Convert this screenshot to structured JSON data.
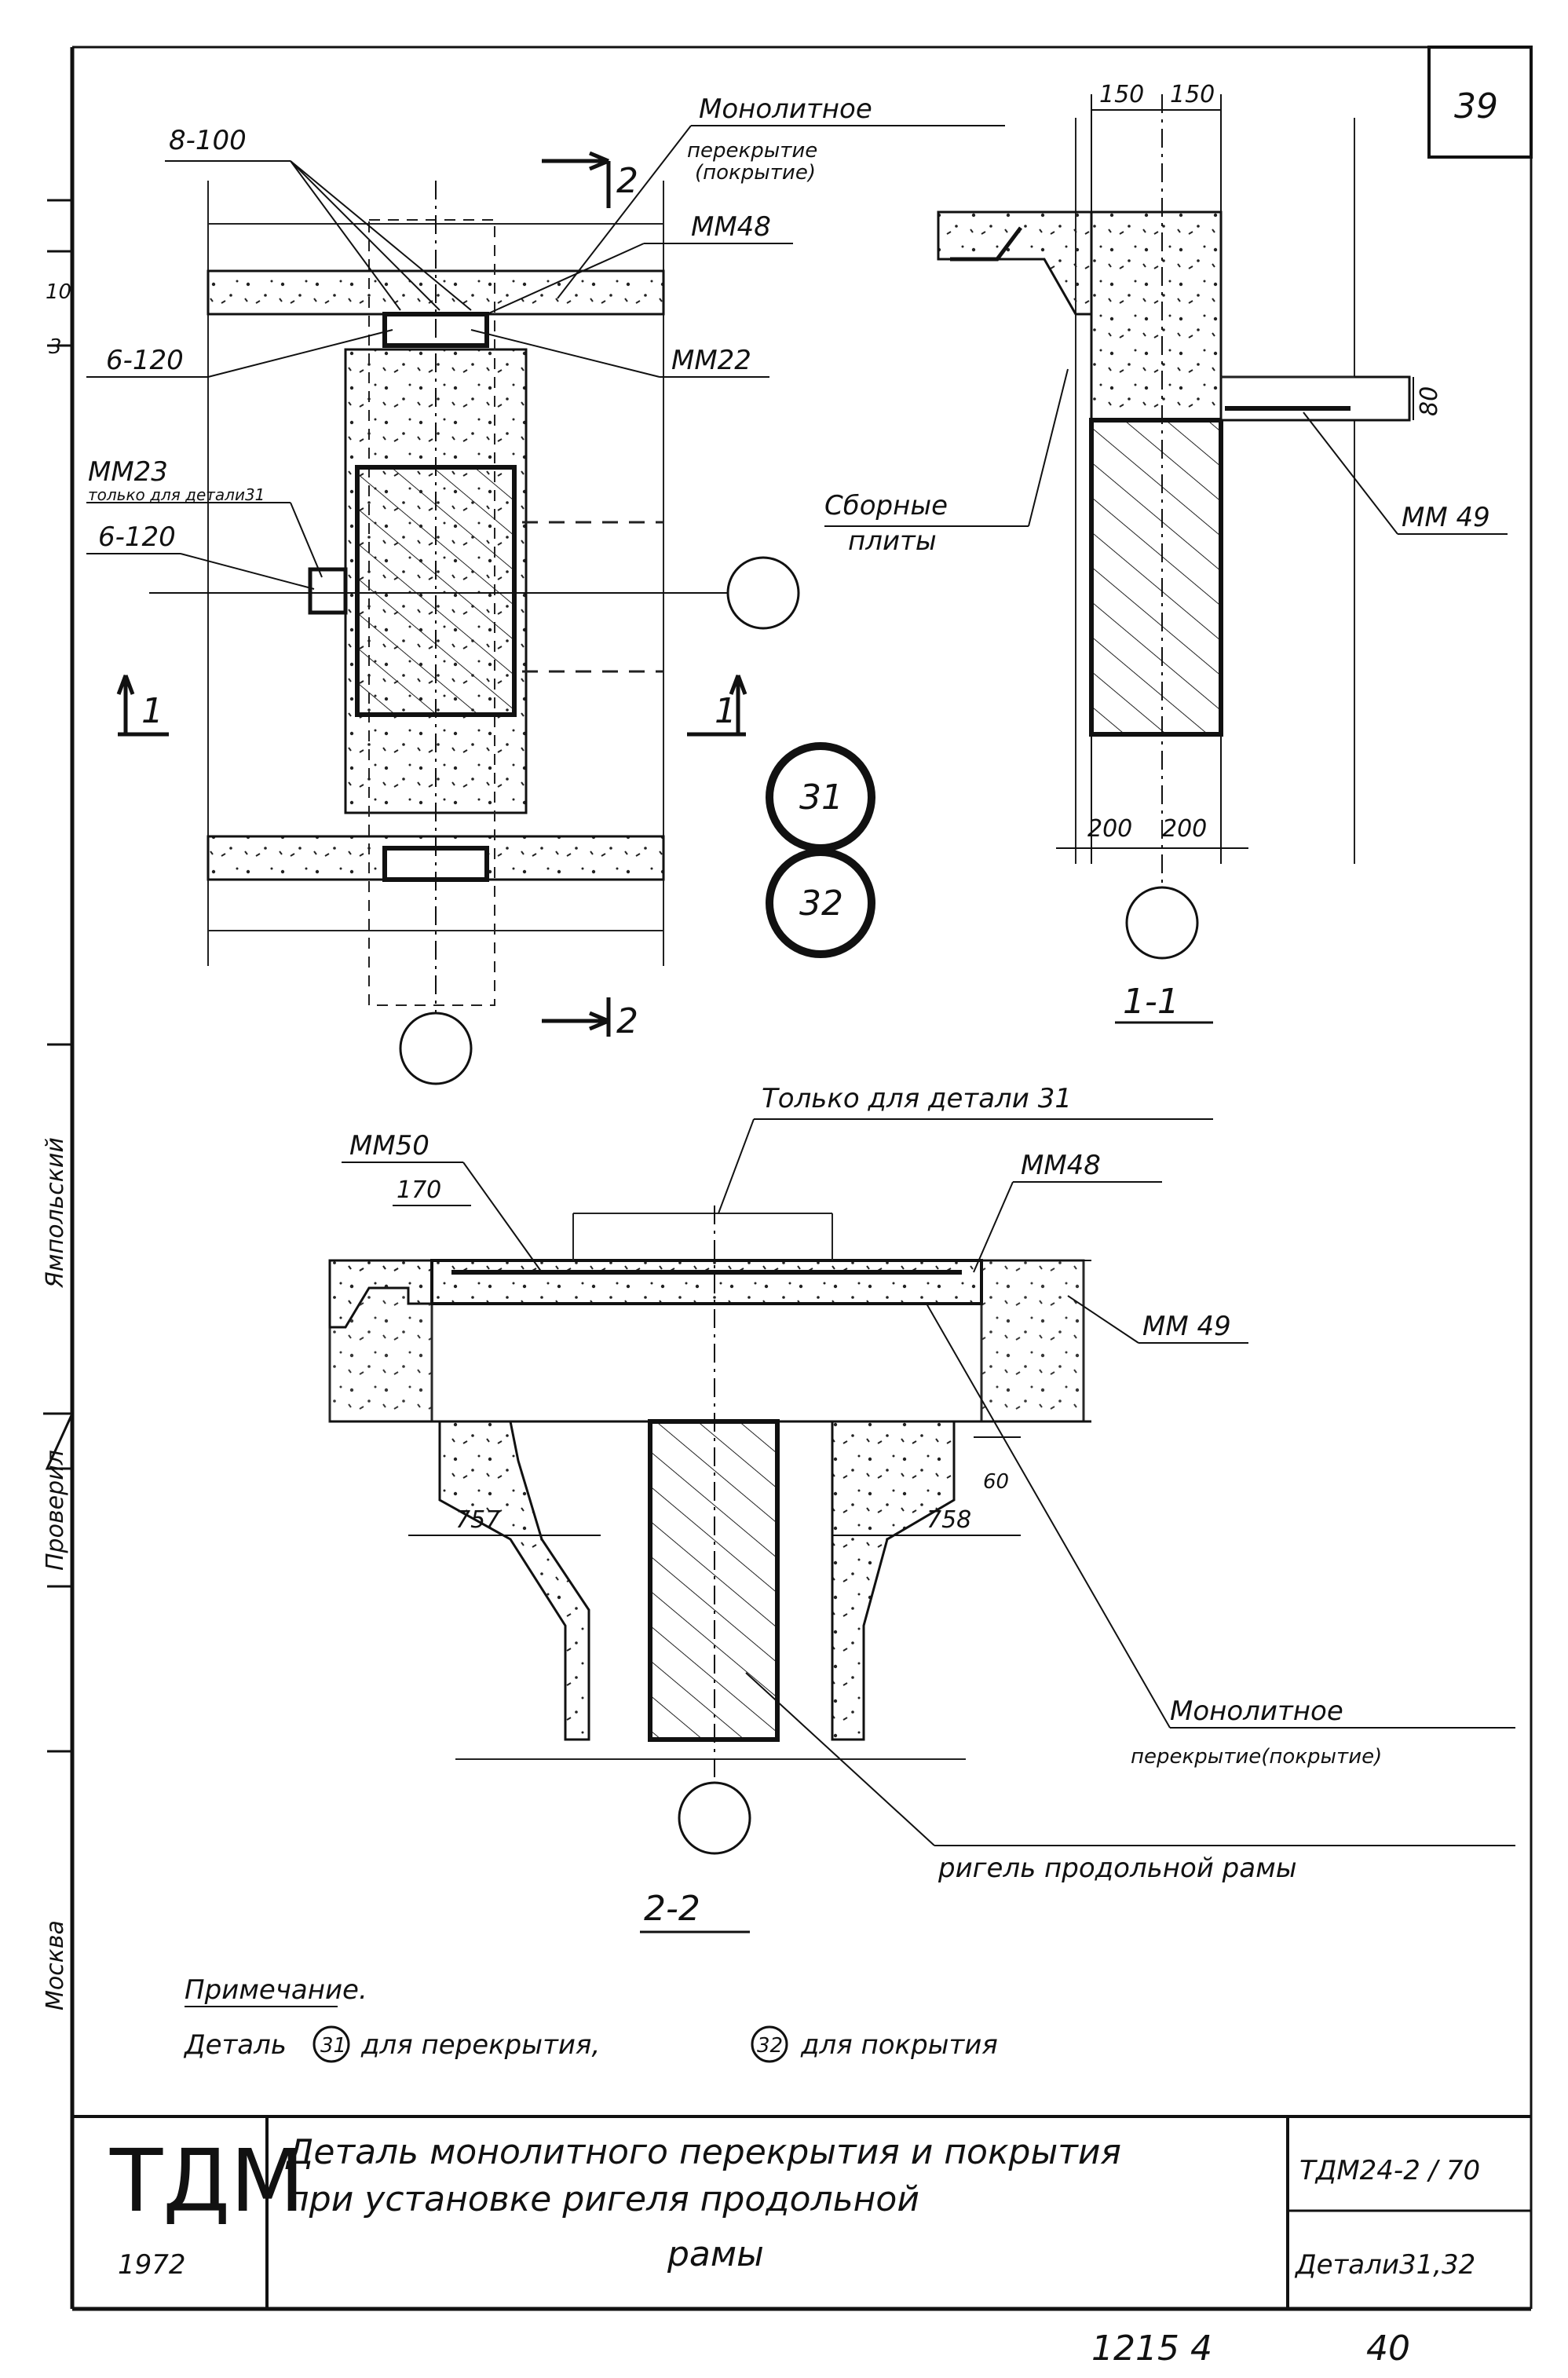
{
  "sheet": {
    "number": "39",
    "bottom_left": "1215 4",
    "bottom_right": "40"
  },
  "side_strip": {
    "items": [
      "Ямпольский",
      "Проверил",
      "Москва"
    ],
    "marks": [
      "10",
      "3"
    ]
  },
  "detail_plan": {
    "labels": {
      "rebar_top": "8-100",
      "monolithic_1": "Монолитное",
      "monolithic_2": "перекрытие",
      "monolithic_3": "(покрытие)",
      "mm48": "ММ48",
      "rebar_6_120_a": "6-120",
      "mm22": "ММ22",
      "mm23": "ММ23",
      "mm23_note": "только для детали31",
      "rebar_6_120_b": "6-120",
      "section_2_top": "2",
      "section_2_bottom": "2",
      "section_1_left": "1",
      "section_1_right": "1"
    },
    "markers": [
      "31",
      "32"
    ]
  },
  "section_1_1": {
    "title": "1-1",
    "dims_top": [
      "150",
      "150"
    ],
    "dims_bottom": [
      "200",
      "200"
    ],
    "dim_side": "80",
    "labels": {
      "precast_1": "Сборные",
      "precast_2": "плиты",
      "mm49": "ММ 49"
    }
  },
  "section_2_2": {
    "title": "2-2",
    "labels": {
      "only_for": "Только для детали 31",
      "mm50": "ММ50",
      "mm48": "ММ48",
      "mm49": "ММ 49",
      "monolithic_1": "Монолитное",
      "monolithic_2": "перекрытие(покрытие)",
      "beam": "ригель продольной рамы"
    },
    "dims": {
      "d170": "170",
      "d757": "757",
      "d758": "758",
      "d60": "60"
    }
  },
  "note": {
    "heading": "Примечание.",
    "text_1": "Деталь",
    "marker_1": "31",
    "text_2": "для перекрытия,",
    "marker_2": "32",
    "text_3": "для покрытия"
  },
  "title_block": {
    "logo": "ТДМ",
    "year": "1972",
    "title_line_1": "Деталь монолитного перекрытия и покрытия",
    "title_line_2": "при установке  ригеля  продольной",
    "title_line_3": "рамы",
    "code": "ТДМ24-2 / 70",
    "sheet_ref": "Детали31,32"
  }
}
